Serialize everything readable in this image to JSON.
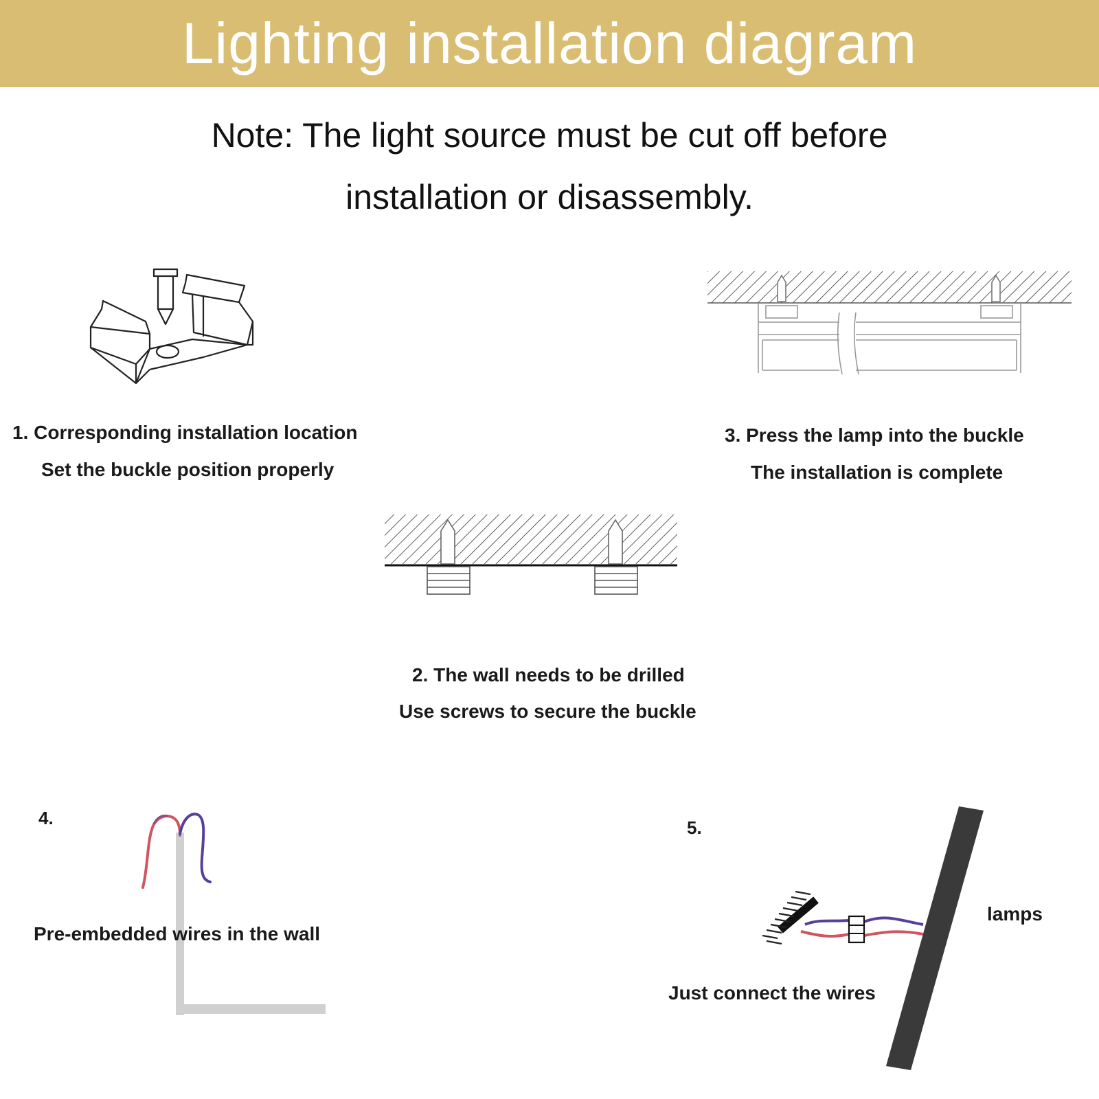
{
  "header": {
    "title": "Lighting installation diagram",
    "banner_color": "#d9bd72"
  },
  "note": {
    "line1": "Note: The light source must be cut off before",
    "line2": "installation or disassembly."
  },
  "steps": {
    "step1": {
      "line1": "1. Corresponding installation location",
      "line2": "Set the buckle position properly"
    },
    "step2": {
      "line1": "2. The wall needs to be drilled",
      "line2": "Use screws to secure the buckle"
    },
    "step3": {
      "line1": "3. Press the lamp into the buckle",
      "line2": "The installation is complete"
    },
    "step4": {
      "number": "4.",
      "caption": "Pre-embedded wires in the wall"
    },
    "step5": {
      "number": "5.",
      "lamps_label": "lamps",
      "caption": "Just connect the wires"
    }
  },
  "colors": {
    "wire_red": "#d0555f",
    "wire_blue": "#5a3f9a",
    "lamp_dark": "#3a3a3a",
    "wall_gray": "#d0d0d0"
  }
}
